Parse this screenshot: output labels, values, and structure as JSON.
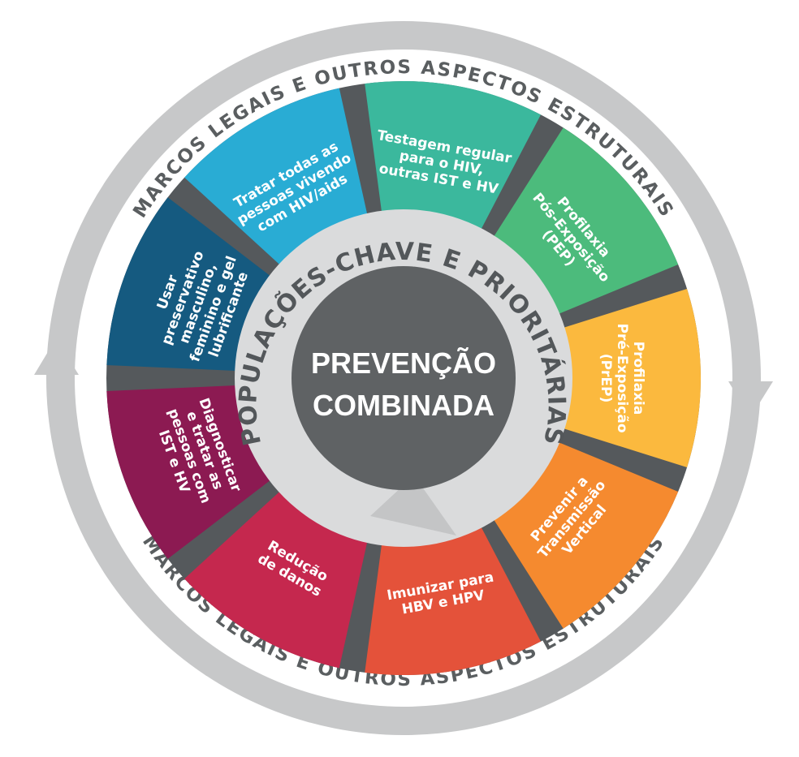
{
  "diagram": {
    "outer_ring_label": "MARCOS LEGAIS E OUTROS ASPECTOS ESTRUTURAIS",
    "inner_ring_label": "POPULAÇÕES-CHAVE E PRIORITÁRIAS",
    "center_label": [
      "PREVENÇÃO",
      "COMBINADA"
    ],
    "colors": {
      "outer_ring": "#c7c8c9",
      "inner_ring": "#dadbdc",
      "center": "#5f6264",
      "spokes": "#55595c",
      "ring_text": "#5a5e60"
    },
    "segments": [
      {
        "id": "testagem",
        "lines": [
          "Testagem regular",
          "para o HIV,",
          "outras IST e HV"
        ],
        "color": "#3bb89d"
      },
      {
        "id": "pep",
        "lines": [
          "Profilaxia",
          "Pós-Exposição",
          "(PEP)"
        ],
        "color": "#4cbb7c"
      },
      {
        "id": "prep",
        "lines": [
          "Profilaxia",
          "Pré-Exposição",
          "(PrEP)"
        ],
        "color": "#fbb93e"
      },
      {
        "id": "transmissao-vertical",
        "lines": [
          "Prevenir a",
          "Transmissão",
          "Vertical"
        ],
        "color": "#f58a2f"
      },
      {
        "id": "imunizar",
        "lines": [
          "Imunizar para",
          "HBV e HPV"
        ],
        "color": "#e4523a"
      },
      {
        "id": "reducao-danos",
        "lines": [
          "Redução",
          "de danos"
        ],
        "color": "#c5284e"
      },
      {
        "id": "diagnosticar",
        "lines": [
          "Diagnosticar",
          "e tratar as",
          "pessoas com",
          "IST e HV"
        ],
        "color": "#8c1a52"
      },
      {
        "id": "preservativo",
        "lines": [
          "Usar",
          "preservativo",
          "masculino,",
          "feminino e gel",
          "lubrificante"
        ],
        "color": "#155a80"
      },
      {
        "id": "tratar",
        "lines": [
          "Tratar todas as",
          "pessoas vivendo",
          "com HIV/aids"
        ],
        "color": "#29acd4"
      }
    ]
  }
}
